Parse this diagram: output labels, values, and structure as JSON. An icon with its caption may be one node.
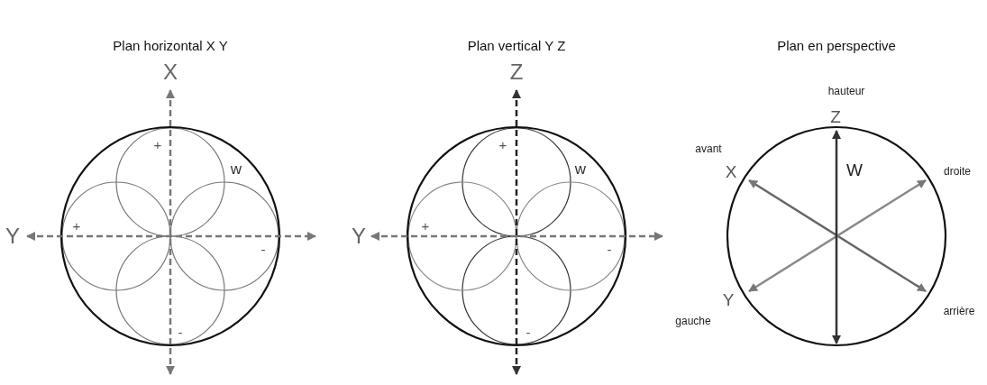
{
  "diagram": {
    "labels": [
      "Plan horizontal X Y",
      "Plan vertical Y Z",
      "Plan en perspective",
      "X",
      "+",
      "w",
      "Y",
      "+",
      "-",
      "-",
      "Z",
      "+",
      "w",
      "Y",
      "+",
      "-",
      "-",
      "hauteur",
      "Z",
      "avant",
      "W",
      "X",
      "droite",
      "Y",
      "arrière",
      "gauche"
    ]
  }
}
